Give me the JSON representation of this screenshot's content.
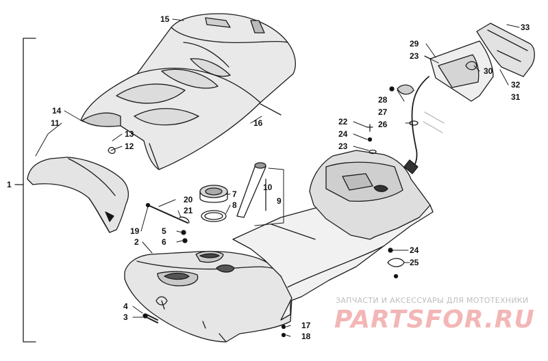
{
  "diagram": {
    "callouts": [
      {
        "id": "c1",
        "text": "1"
      },
      {
        "id": "c2",
        "text": "2"
      },
      {
        "id": "c3",
        "text": "3"
      },
      {
        "id": "c4",
        "text": "4"
      },
      {
        "id": "c5",
        "text": "5"
      },
      {
        "id": "c6",
        "text": "6"
      },
      {
        "id": "c7",
        "text": "7"
      },
      {
        "id": "c8",
        "text": "8"
      },
      {
        "id": "c9",
        "text": "9"
      },
      {
        "id": "c10",
        "text": "10"
      },
      {
        "id": "c11",
        "text": "11"
      },
      {
        "id": "c12",
        "text": "12"
      },
      {
        "id": "c13",
        "text": "13"
      },
      {
        "id": "c14",
        "text": "14"
      },
      {
        "id": "c15",
        "text": "15"
      },
      {
        "id": "c16",
        "text": "16"
      },
      {
        "id": "c17",
        "text": "17"
      },
      {
        "id": "c18",
        "text": "18"
      },
      {
        "id": "c19",
        "text": "19"
      },
      {
        "id": "c20",
        "text": "20"
      },
      {
        "id": "c21",
        "text": "21"
      },
      {
        "id": "c22",
        "text": "22"
      },
      {
        "id": "c23a",
        "text": "23"
      },
      {
        "id": "c23b",
        "text": "23"
      },
      {
        "id": "c24a",
        "text": "24"
      },
      {
        "id": "c24b",
        "text": "24"
      },
      {
        "id": "c25",
        "text": "25"
      },
      {
        "id": "c26",
        "text": "26"
      },
      {
        "id": "c27",
        "text": "27"
      },
      {
        "id": "c28",
        "text": "28"
      },
      {
        "id": "c29",
        "text": "29"
      },
      {
        "id": "c30",
        "text": "30"
      },
      {
        "id": "c31",
        "text": "31"
      },
      {
        "id": "c32",
        "text": "32"
      },
      {
        "id": "c33",
        "text": "33"
      }
    ]
  },
  "watermark": {
    "subtitle": "ЗАПЧАСТИ И АКСЕССУАРЫ ДЛЯ МОТОТЕХНИКИ",
    "brand": "PARTSFOR.RU"
  },
  "colors": {
    "line": "#1a1a1a",
    "watermark_brand": "#f3b6b6",
    "watermark_text": "#bdbdbd"
  }
}
